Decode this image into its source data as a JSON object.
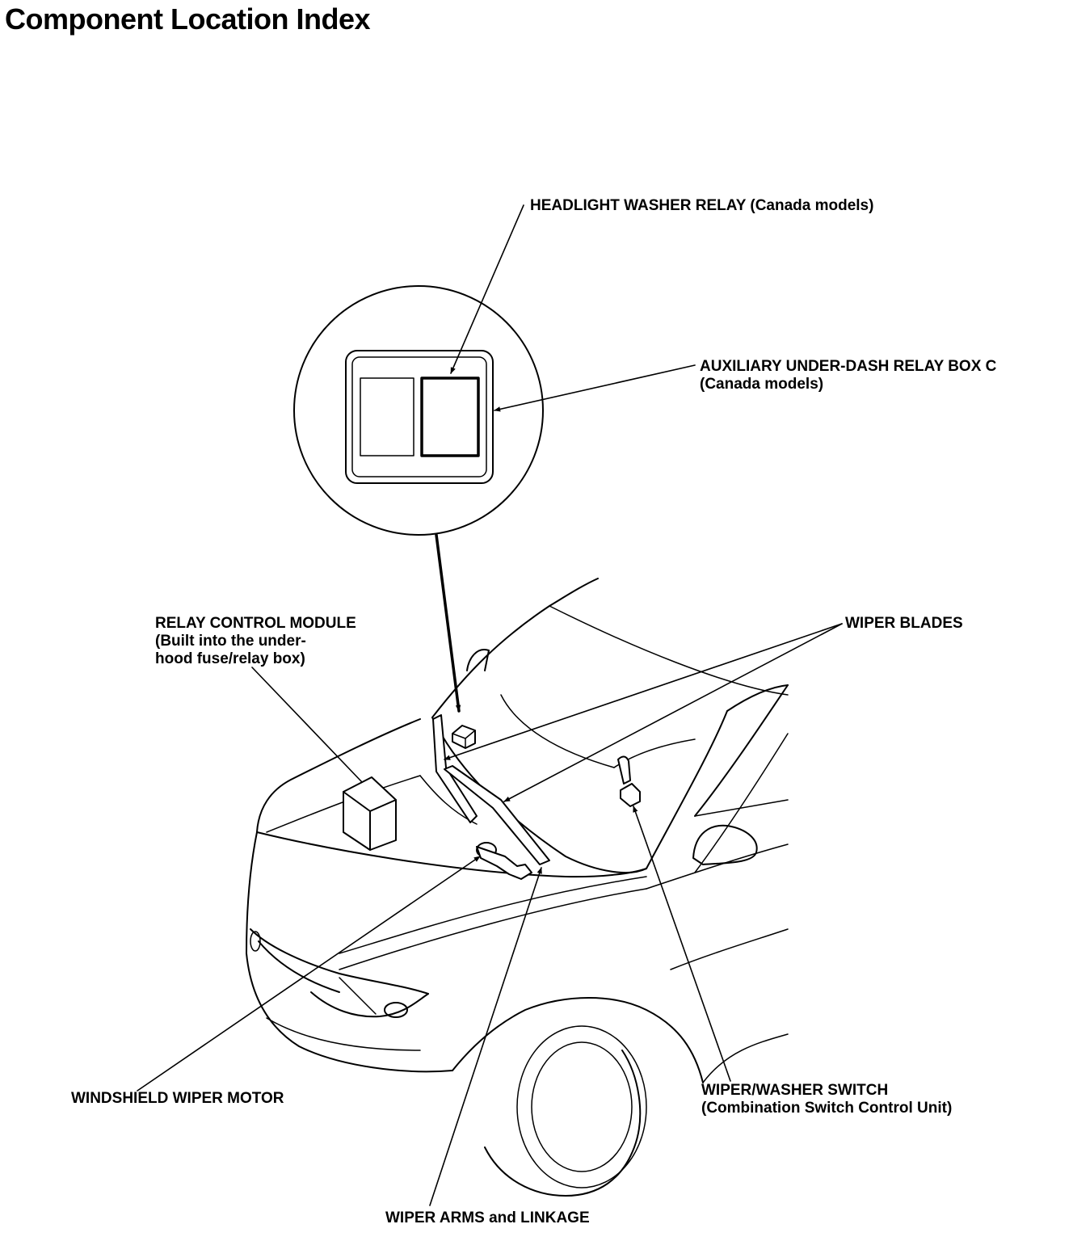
{
  "title": "Component Location Index",
  "labels": {
    "headlight_washer_relay": "HEADLIGHT WASHER RELAY (Canada models)",
    "aux_relay_box": [
      "AUXILIARY UNDER-DASH RELAY BOX C",
      "(Canada models)"
    ],
    "relay_control_module": [
      "RELAY CONTROL MODULE",
      "(Built into the under-",
      "hood fuse/relay box)"
    ],
    "wiper_blades": "WIPER BLADES",
    "windshield_wiper_motor": "WINDSHIELD WIPER MOTOR",
    "wiper_washer_switch": [
      "WIPER/WASHER SWITCH",
      "(Combination Switch Control Unit)"
    ],
    "wiper_arms_linkage": "WIPER ARMS and LINKAGE"
  }
}
